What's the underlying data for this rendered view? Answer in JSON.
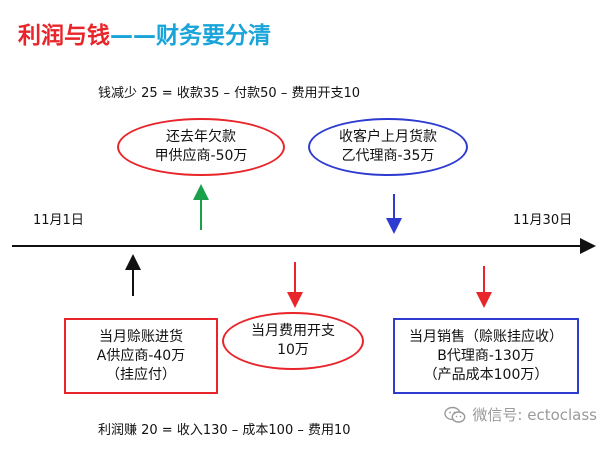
{
  "title": {
    "part1": "利润与钱",
    "part2": "——财务要分清"
  },
  "cash_equation": "钱减少 25 = 收款35 – 付款50 – 费用开支10",
  "profit_equation": "利润赚 20 = 收入130 – 成本100 – 费用10",
  "timeline": {
    "start_label": "11月1日",
    "end_label": "11月30日"
  },
  "cash_events": [
    {
      "line1": "还去年欠款",
      "line2": "甲供应商-50万"
    },
    {
      "line1": "收客户上月货款",
      "line2": "乙代理商-35万"
    }
  ],
  "profit_events": [
    {
      "line1": "当月赊账进货",
      "line2": "A供应商-40万",
      "line3": "（挂应付）"
    },
    {
      "line1": "当月费用开支",
      "line2": "10万"
    },
    {
      "line1": "当月销售（赊账挂应收）",
      "line2": "B代理商-130万",
      "line3": "（产品成本100万）"
    }
  ],
  "watermark": "微信号: ectoclass",
  "colors": {
    "red": "#e8252a",
    "blue": "#2d3bd0",
    "green": "#1aa04a",
    "title_blue": "#18a4d9"
  }
}
